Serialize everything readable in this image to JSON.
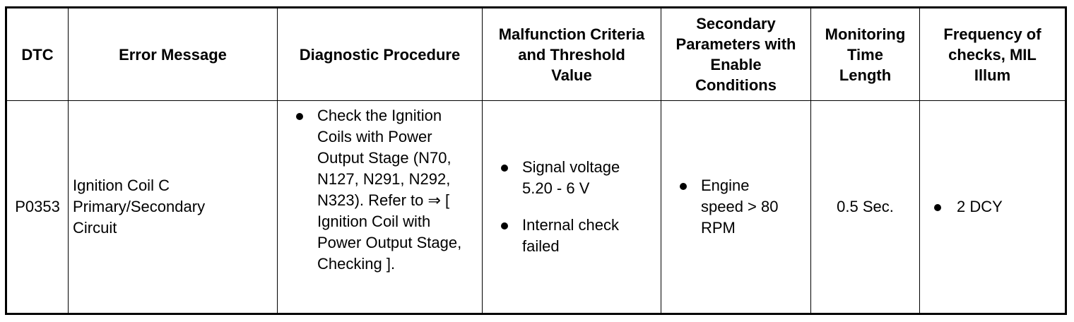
{
  "headers": {
    "dtc": "DTC",
    "error_message": "Error Message",
    "diagnostic_procedure": "Diagnostic Procedure",
    "malfunction_criteria": "Malfunction Criteria and Threshold Value",
    "secondary_parameters": "Secondary Parameters with Enable Conditions",
    "monitoring_time": "Monitoring Time Length",
    "frequency": "Frequency of checks, MIL Illum"
  },
  "row": {
    "dtc": "P0353",
    "error_message": "Ignition Coil C Primary/Secondary Circuit",
    "diagnostic_procedure": [
      "Check the Ignition Coils with Power Output Stage (N70, N127, N291, N292, N323). Refer to ⇒ [ Ignition Coil with Power Output Stage, Checking ]."
    ],
    "malfunction_criteria": [
      "Signal voltage 5.20 - 6 V",
      "Internal check failed"
    ],
    "secondary_parameters": [
      "Engine speed > 80 RPM"
    ],
    "monitoring_time": "0.5 Sec.",
    "frequency": [
      "2 DCY"
    ]
  }
}
